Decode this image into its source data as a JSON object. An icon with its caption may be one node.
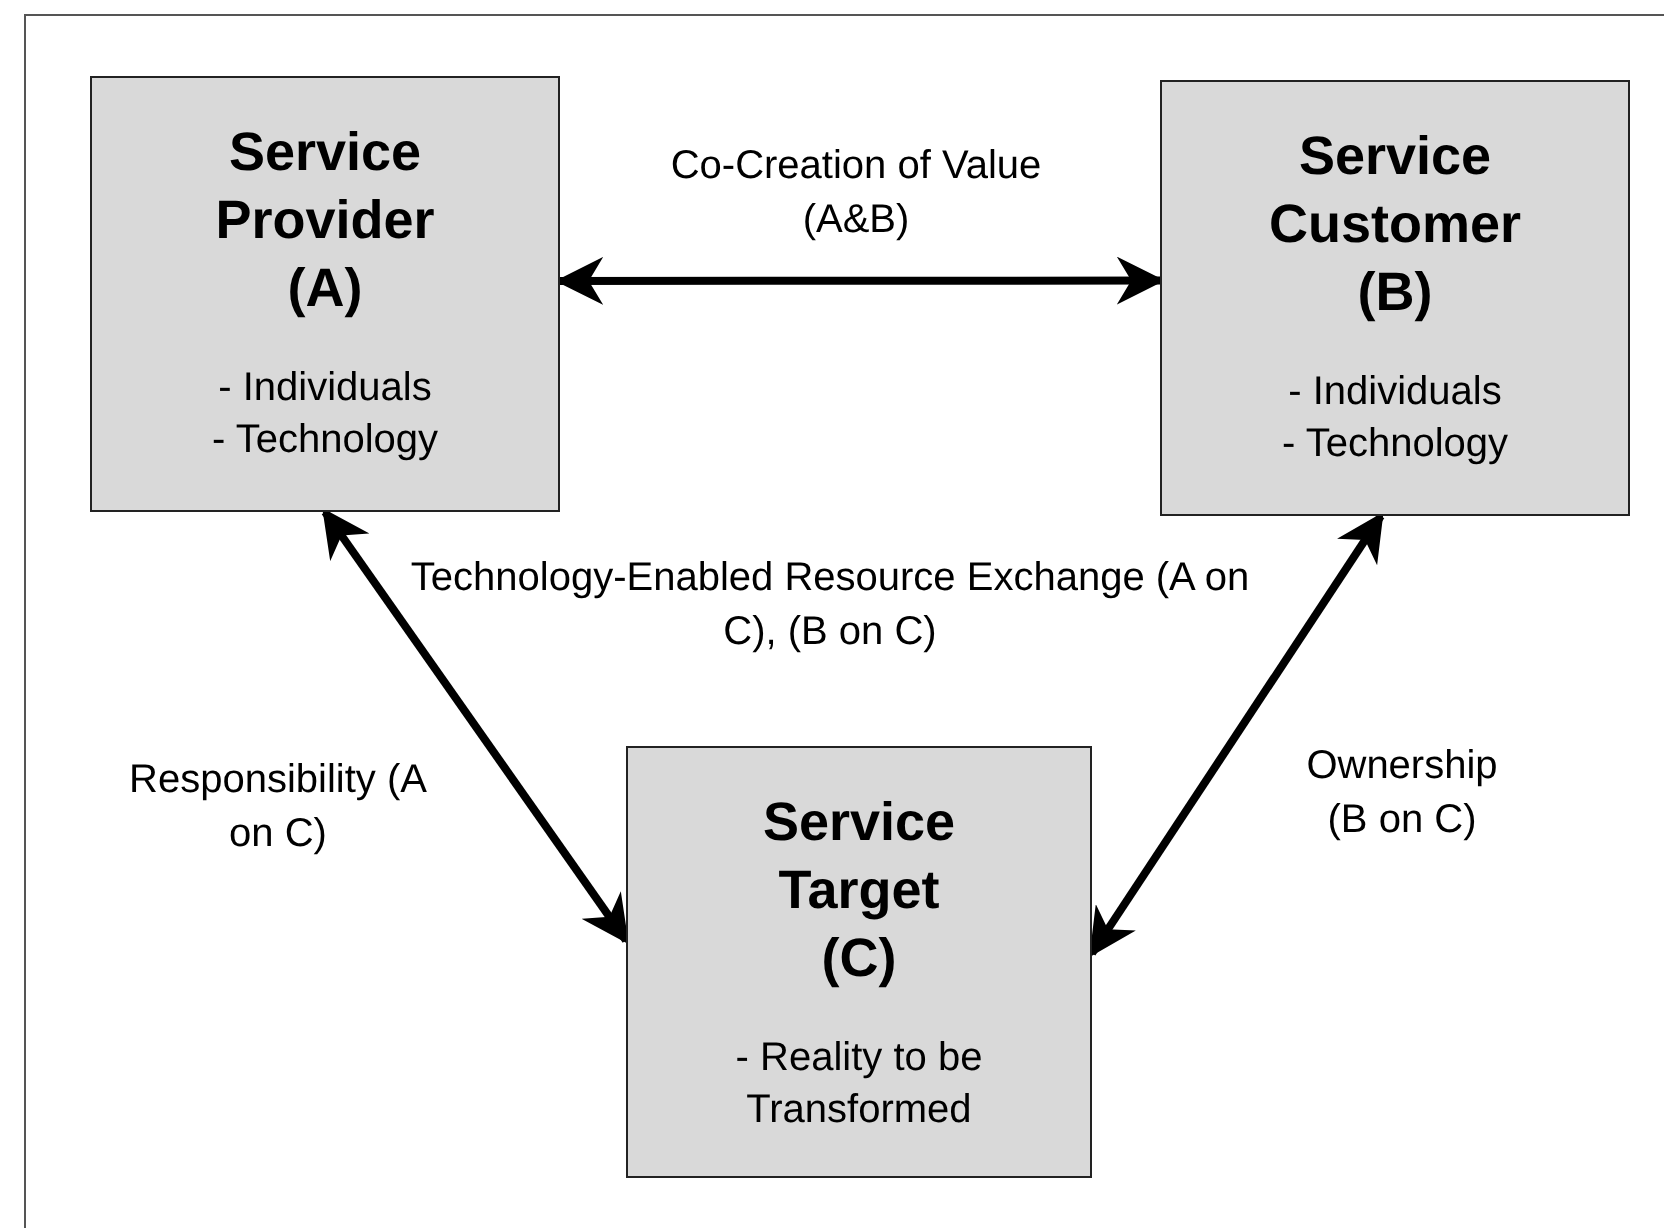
{
  "diagram": {
    "nodes": [
      {
        "text": [
          "Service Provider (A)",
          "- Individuals - Technology"
        ]
      },
      {
        "text": [
          "Service Customer (B)",
          "- Individuals - Technology"
        ]
      },
      {
        "text": [
          "Service Target (C)",
          "- Reality to be Transformed"
        ]
      }
    ],
    "edges": [
      {
        "from": 0,
        "to": 1,
        "arrow": "both",
        "label": "Co-Creation of Value (A&B)"
      },
      {
        "from": 0,
        "to": 2,
        "arrow": "both",
        "label": "Responsibility (A on C)"
      },
      {
        "from": 1,
        "to": 2,
        "arrow": "both",
        "label": "Ownership (B on C)"
      }
    ],
    "labels": [
      "Technology-Enabled Resource Exchange (A on C), (B on C)"
    ]
  }
}
